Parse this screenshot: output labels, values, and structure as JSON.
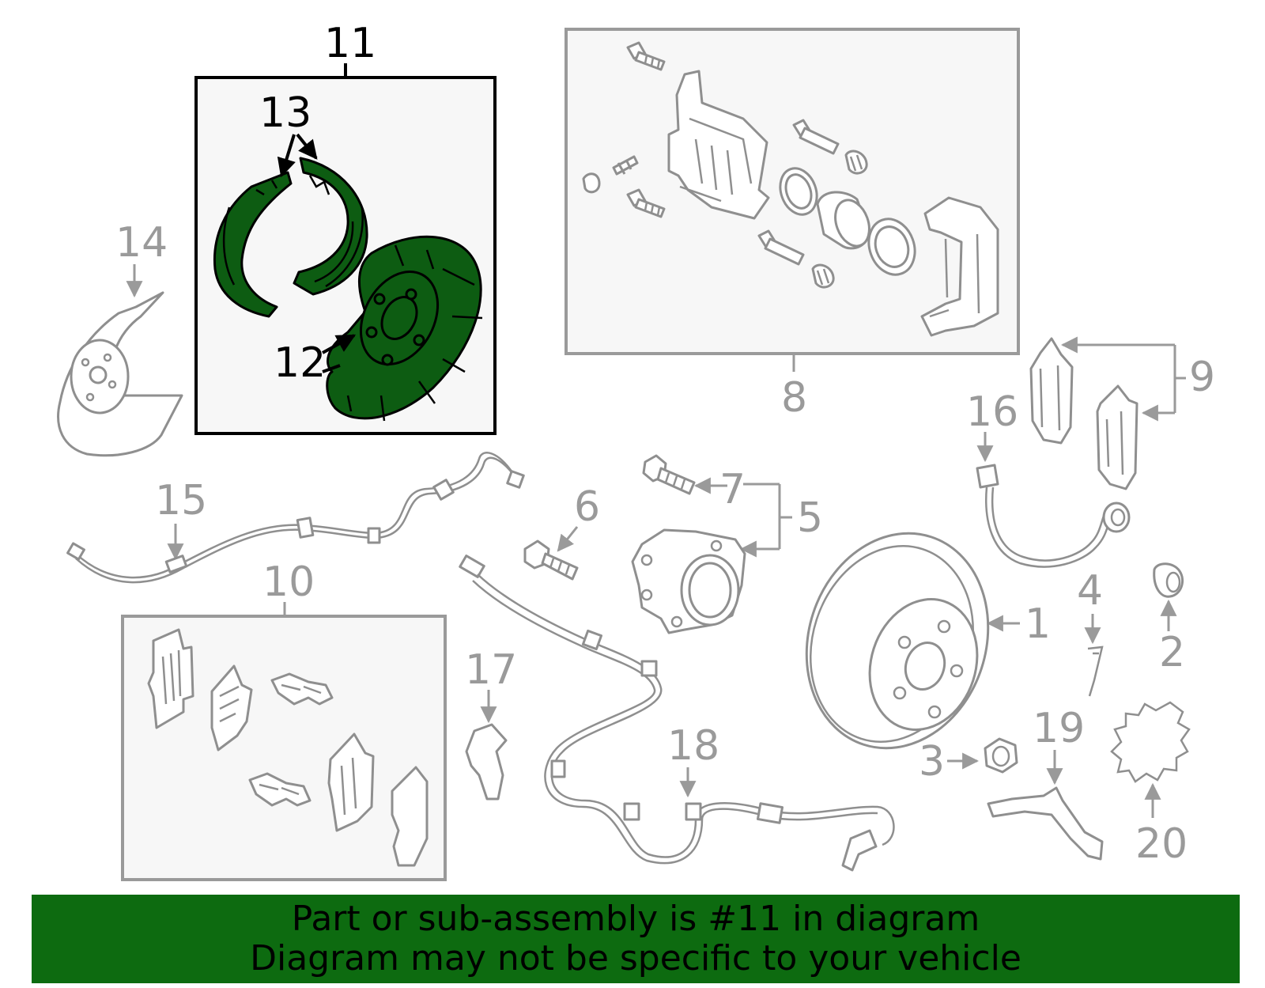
{
  "callouts": {
    "c1": "1",
    "c2": "2",
    "c3": "3",
    "c4": "4",
    "c5": "5",
    "c6": "6",
    "c7": "7",
    "c8": "8",
    "c9": "9",
    "c10": "10",
    "c11": "11",
    "c12": "12",
    "c13": "13",
    "c14": "14",
    "c15": "15",
    "c16": "16",
    "c17": "17",
    "c18": "18",
    "c19": "19",
    "c20": "20"
  },
  "highlighted_part": "11",
  "colors": {
    "highlight": "#0d5c12",
    "banner": "#0d6b10",
    "gray": "#9a9a9a"
  },
  "banner": {
    "line1": "Part or sub-assembly is #11 in diagram",
    "line2": "Diagram may not be specific to your vehicle"
  }
}
